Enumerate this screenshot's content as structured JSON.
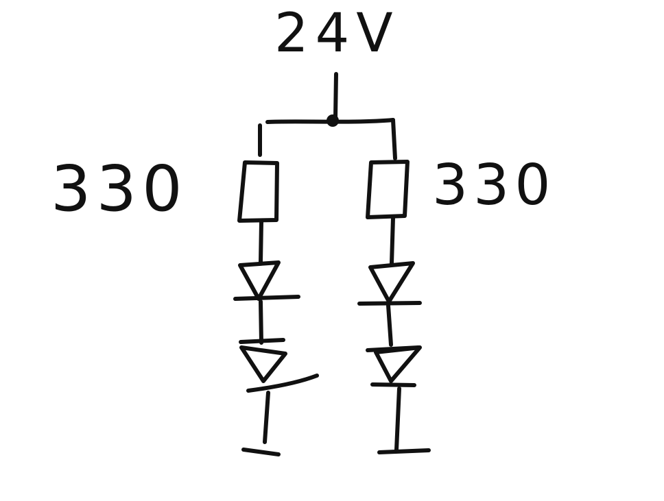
{
  "labels": {
    "supply": "24V",
    "left_resistor": "330",
    "right_resistor": "330"
  },
  "colors": {
    "ink": "#111111",
    "background": "#ffffff"
  }
}
